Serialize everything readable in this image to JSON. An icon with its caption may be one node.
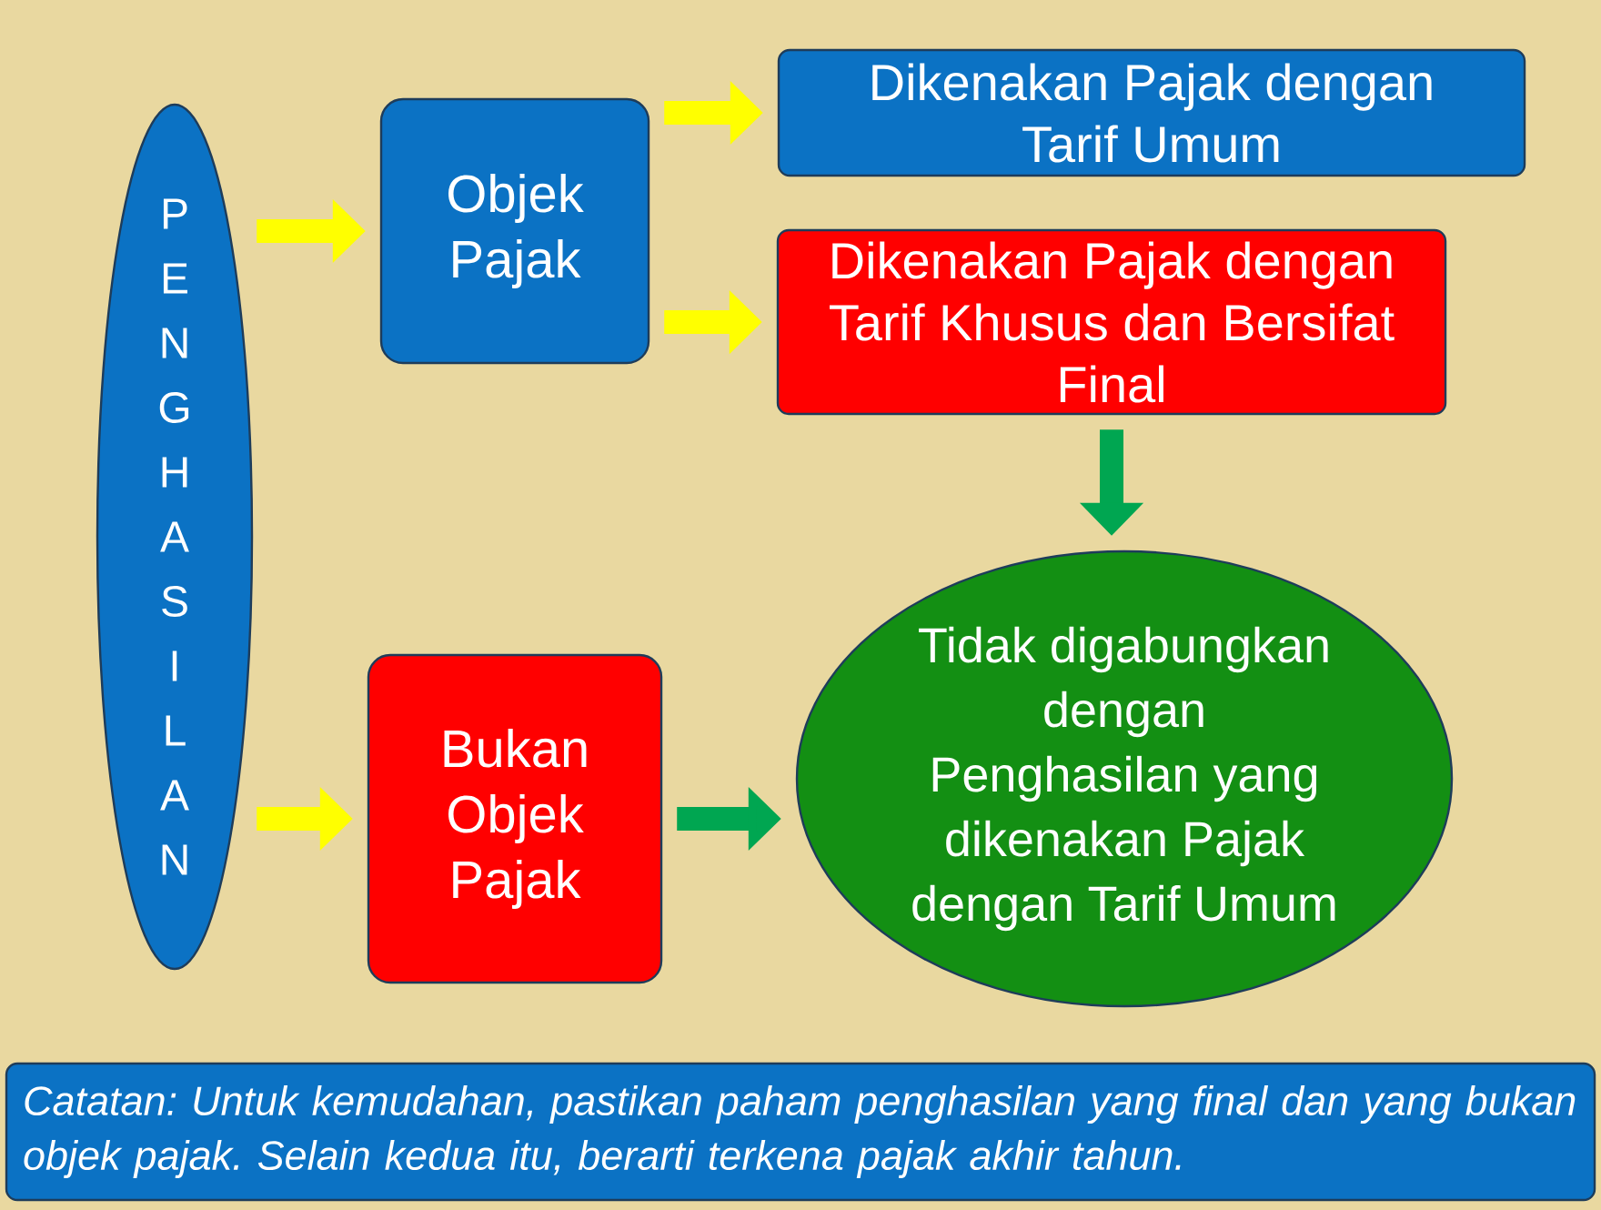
{
  "diagram": {
    "nodes": [
      {
        "text": [
          "PENGHASILAN"
        ]
      },
      {
        "text": [
          "Objek Pajak"
        ]
      },
      {
        "text": [
          "Dikenakan Pajak dengan Tarif Umum"
        ]
      },
      {
        "text": [
          "Dikenakan Pajak dengan Tarif Khusus dan Bersifat Final"
        ]
      },
      {
        "text": [
          "Bukan Objek Pajak"
        ]
      },
      {
        "text": [
          "Tidak digabungkan dengan Penghasilan yang dikenakan Pajak dengan Tarif Umum"
        ]
      },
      {
        "text": [
          "Catatan: Untuk kemudahan, pastikan paham penghasilan yang final dan yang bukan objek pajak. Selain kedua itu, berarti terkena pajak akhir tahun."
        ]
      }
    ],
    "edges": [
      {
        "from": 0,
        "to": 1,
        "arrow": "to"
      },
      {
        "from": 1,
        "to": 2,
        "arrow": "to"
      },
      {
        "from": 1,
        "to": 3,
        "arrow": "to"
      },
      {
        "from": 0,
        "to": 4,
        "arrow": "to"
      },
      {
        "from": 3,
        "to": 5,
        "arrow": "to",
        "color": "#00a651"
      },
      {
        "from": 4,
        "to": 5,
        "arrow": "to",
        "color": "#00a651"
      }
    ]
  }
}
